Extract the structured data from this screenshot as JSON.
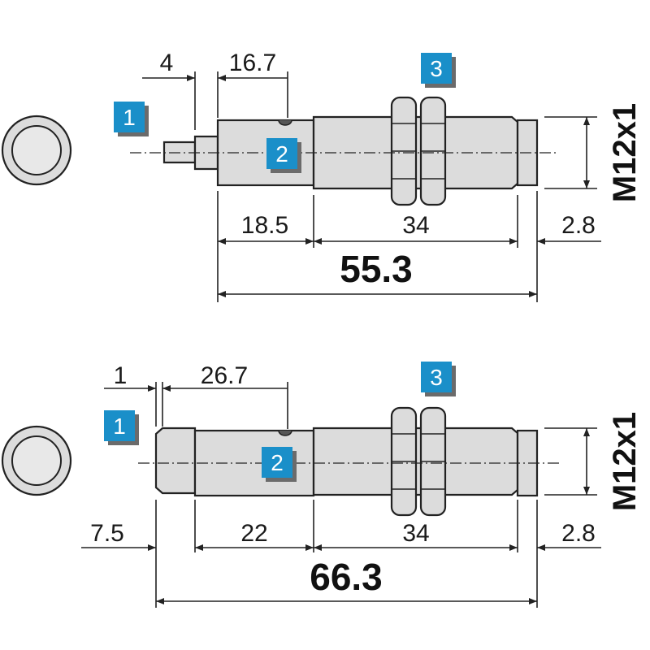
{
  "colors": {
    "badge": "#1a8fc9",
    "badge_shadow": "#6b6b6b",
    "body_fill": "#dcdcdc",
    "line": "#222222"
  },
  "top_drawing": {
    "dims": {
      "d4": "4",
      "d16_7": "16.7",
      "d18_5": "18.5",
      "d34": "34",
      "d2_8": "2.8",
      "total": "55.3",
      "thread": "M12x1"
    },
    "badges": {
      "b1": "1",
      "b2": "2",
      "b3": "3"
    }
  },
  "bottom_drawing": {
    "dims": {
      "d1": "1",
      "d26_7": "26.7",
      "d7_5": "7.5",
      "d22": "22",
      "d34": "34",
      "d2_8": "2.8",
      "total": "66.3",
      "thread": "M12x1"
    },
    "badges": {
      "b1": "1",
      "b2": "2",
      "b3": "3"
    }
  }
}
